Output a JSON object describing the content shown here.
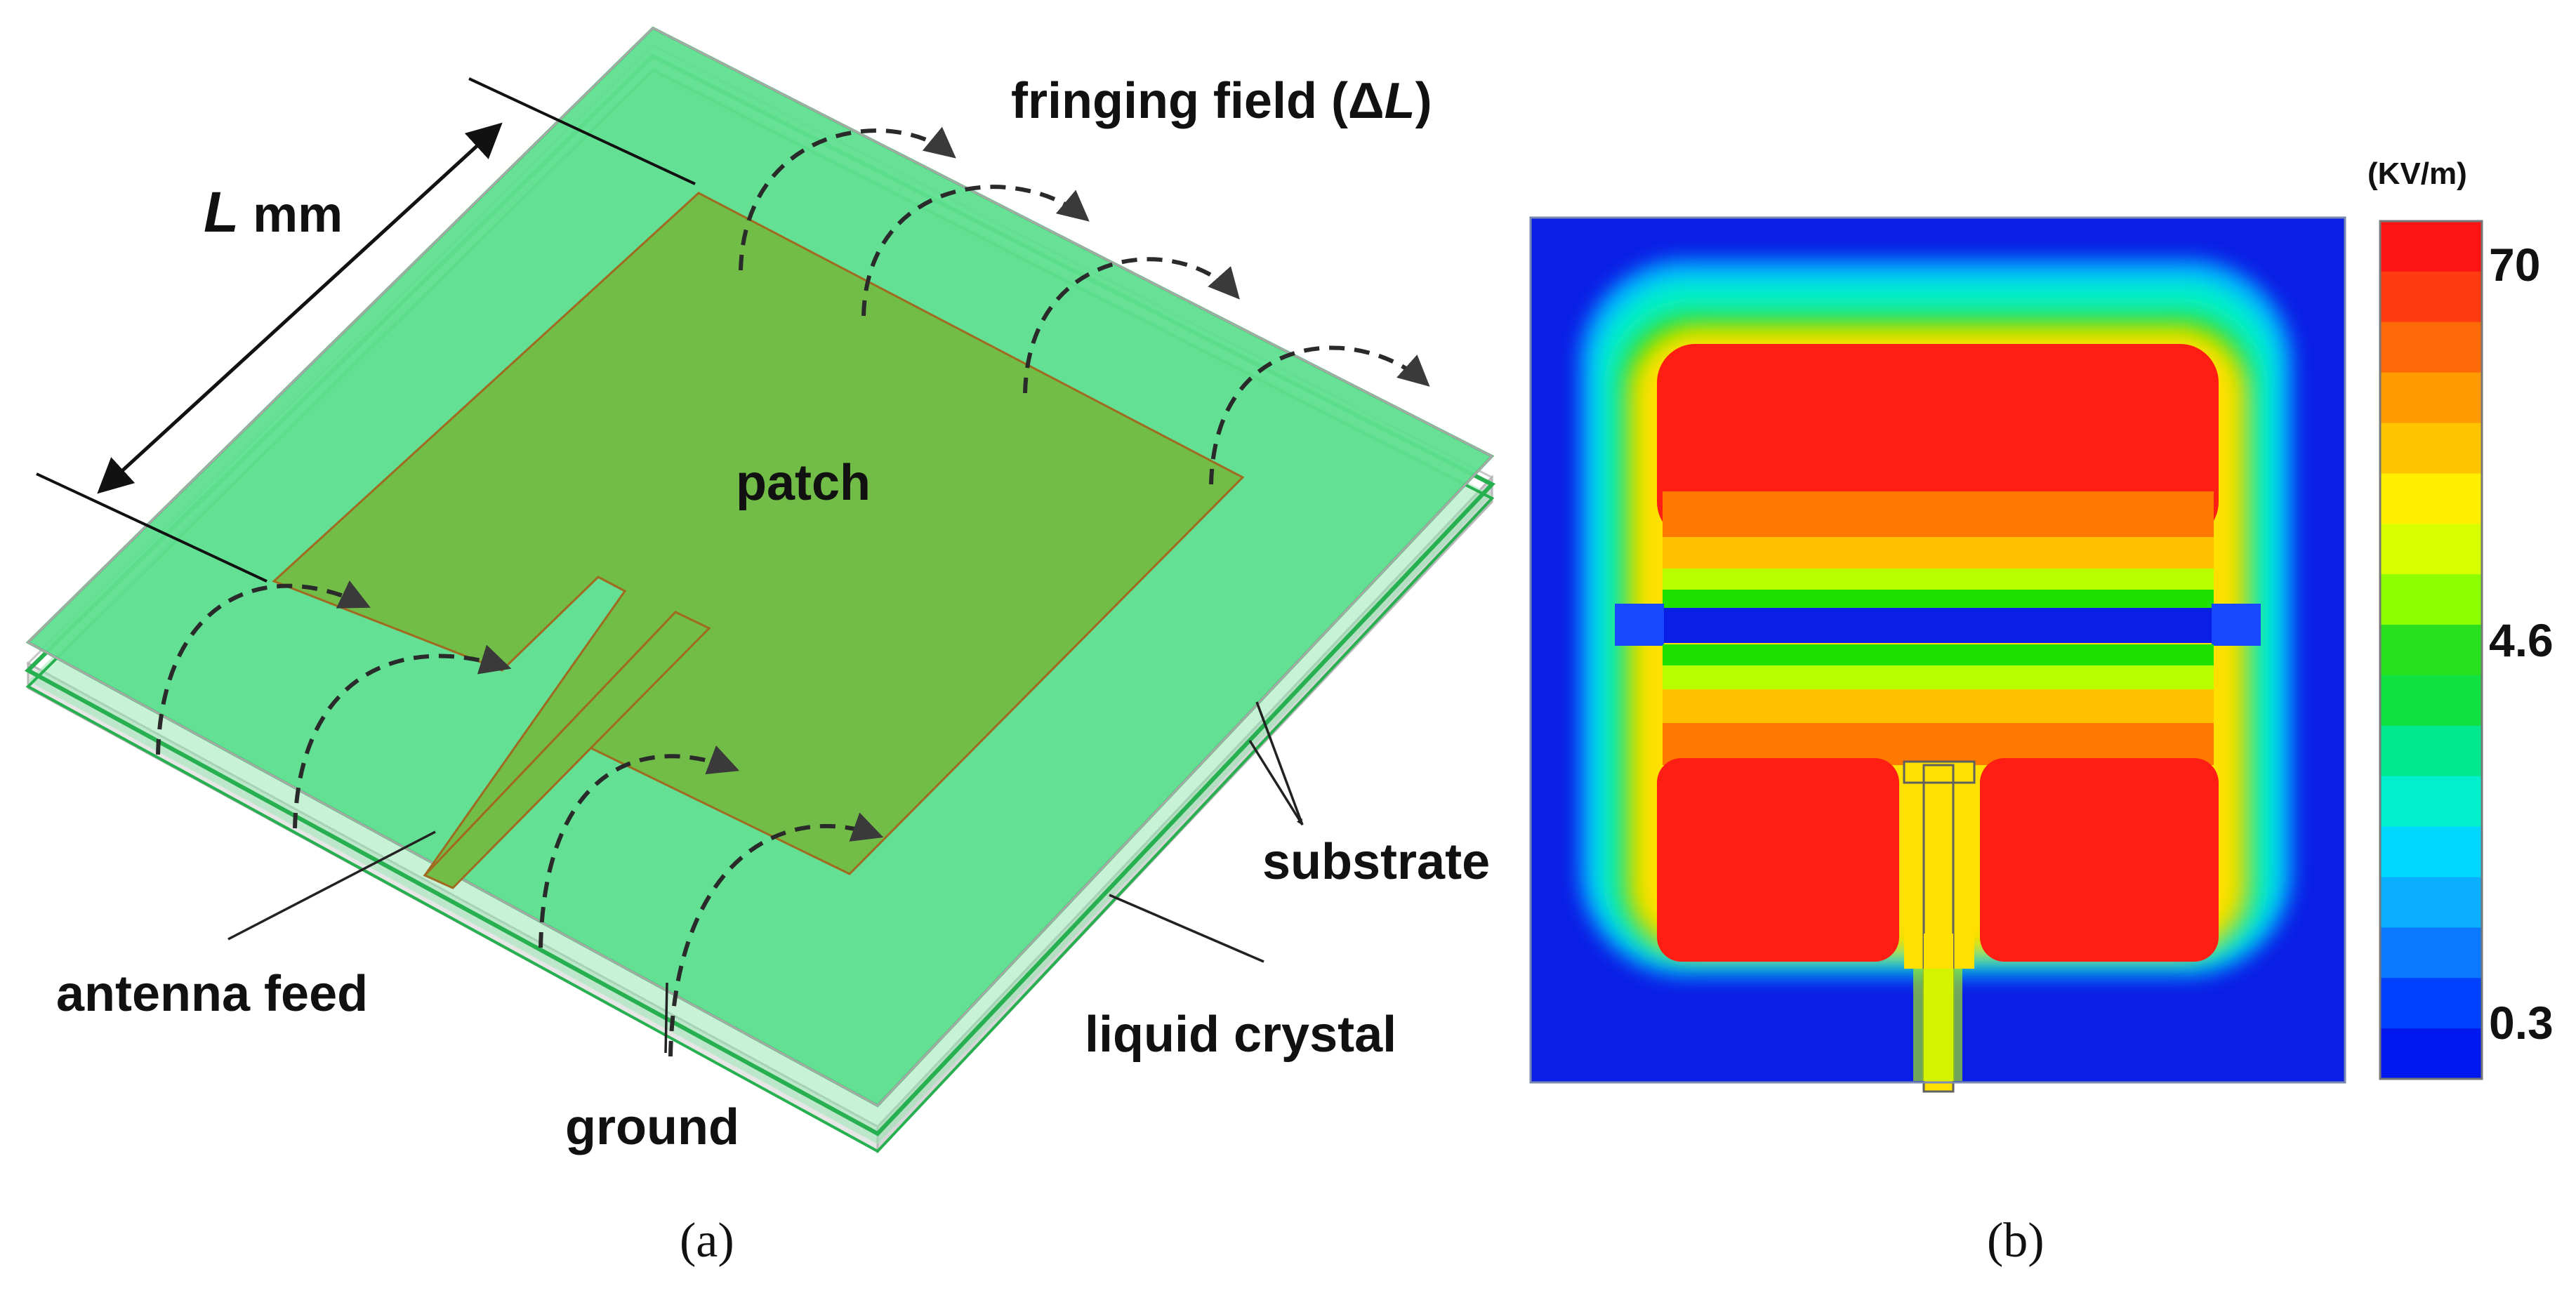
{
  "panel_a": {
    "caption": "(a)",
    "labels": {
      "fringing_prefix": "fringing field (",
      "fringing_delta": "Δ",
      "fringing_var": "L",
      "fringing_suffix": ")",
      "length_var": "L",
      "length_unit": " mm",
      "patch": "patch",
      "substrate": "substrate",
      "antenna_feed": "antenna feed",
      "liquid_crystal": "liquid crystal",
      "ground": "ground"
    },
    "colors": {
      "layer_green": "#5ee090",
      "patch_green": "#72bd48",
      "edge_green": "#27b04f",
      "substrate_gray": "#d8d8d8"
    }
  },
  "panel_b": {
    "caption": "(b)",
    "colorbar": {
      "unit": "(KV/m)",
      "tick_labels": [
        "70",
        "4.6",
        "0.3"
      ],
      "colors": [
        "#ff1414",
        "#ff3c10",
        "#ff6a08",
        "#ff9a00",
        "#ffc400",
        "#ffee00",
        "#d8ff00",
        "#8cff00",
        "#28e020",
        "#10e040",
        "#00e890",
        "#00f0cc",
        "#00d8ff",
        "#0ab0ff",
        "#0a78ff",
        "#0040ff",
        "#0018f0"
      ]
    },
    "field_colors": {
      "background": "#0a1ee6",
      "level_1": "#00b4ff",
      "level_2": "#00f0c8",
      "level_3": "#20e000",
      "level_4": "#ffe000",
      "level_5": "#ff7800",
      "level_6": "#ff1e14"
    }
  }
}
